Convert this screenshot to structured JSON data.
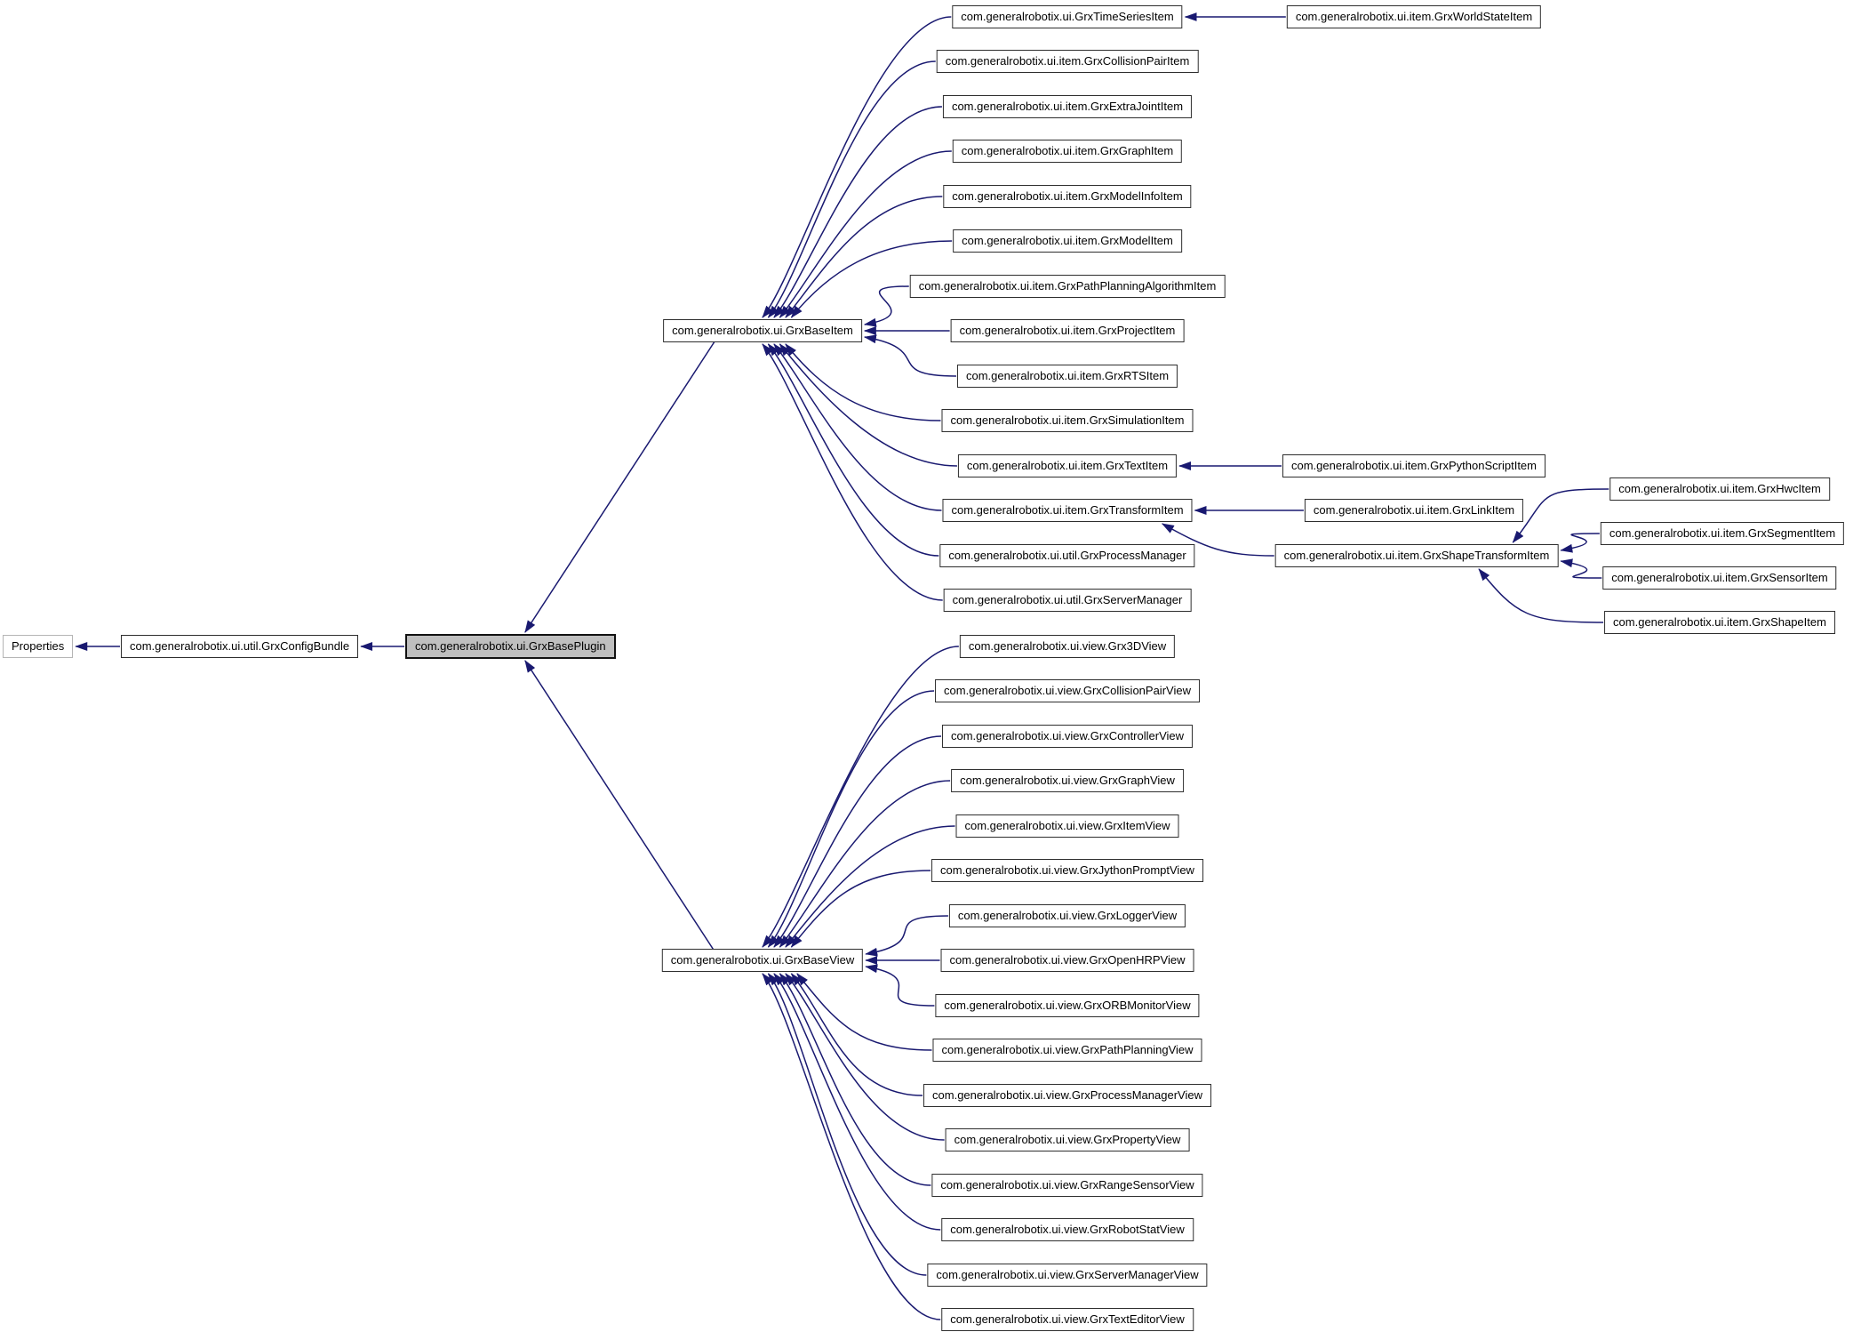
{
  "diagram": {
    "kind": "class-inheritance-graph",
    "background_color": "#ffffff",
    "edge_color": "#191970",
    "node_fill": "#ffffff",
    "node_border_color": "#2e2e2e",
    "highlight_fill": "#bfbfbf",
    "external_border_color": "#b5b5b5"
  },
  "nodes": {
    "properties": {
      "label": "Properties",
      "kind": "external"
    },
    "configbundle": {
      "label": "com.generalrobotix.ui.util.GrxConfigBundle",
      "kind": "normal"
    },
    "baseplugin": {
      "label": "com.generalrobotix.ui.GrxBasePlugin",
      "kind": "highlight"
    },
    "baseitem": {
      "label": "com.generalrobotix.ui.GrxBaseItem",
      "kind": "normal"
    },
    "baseview": {
      "label": "com.generalrobotix.ui.GrxBaseView",
      "kind": "normal"
    },
    "timeseries": {
      "label": "com.generalrobotix.ui.GrxTimeSeriesItem",
      "kind": "normal"
    },
    "collisionpair": {
      "label": "com.generalrobotix.ui.item.GrxCollisionPairItem",
      "kind": "normal"
    },
    "extrajoint": {
      "label": "com.generalrobotix.ui.item.GrxExtraJointItem",
      "kind": "normal"
    },
    "graphitem": {
      "label": "com.generalrobotix.ui.item.GrxGraphItem",
      "kind": "normal"
    },
    "modelinfo": {
      "label": "com.generalrobotix.ui.item.GrxModelInfoItem",
      "kind": "normal"
    },
    "model": {
      "label": "com.generalrobotix.ui.item.GrxModelItem",
      "kind": "normal"
    },
    "pathplanningalg": {
      "label": "com.generalrobotix.ui.item.GrxPathPlanningAlgorithmItem",
      "kind": "normal"
    },
    "project": {
      "label": "com.generalrobotix.ui.item.GrxProjectItem",
      "kind": "normal"
    },
    "rts": {
      "label": "com.generalrobotix.ui.item.GrxRTSItem",
      "kind": "normal"
    },
    "simulation": {
      "label": "com.generalrobotix.ui.item.GrxSimulationItem",
      "kind": "normal"
    },
    "textitem": {
      "label": "com.generalrobotix.ui.item.GrxTextItem",
      "kind": "normal"
    },
    "transform": {
      "label": "com.generalrobotix.ui.item.GrxTransformItem",
      "kind": "normal"
    },
    "processmanager": {
      "label": "com.generalrobotix.ui.util.GrxProcessManager",
      "kind": "normal"
    },
    "servermanager": {
      "label": "com.generalrobotix.ui.util.GrxServerManager",
      "kind": "normal"
    },
    "worldstate": {
      "label": "com.generalrobotix.ui.item.GrxWorldStateItem",
      "kind": "normal"
    },
    "pythonscript": {
      "label": "com.generalrobotix.ui.item.GrxPythonScriptItem",
      "kind": "normal"
    },
    "linkitem": {
      "label": "com.generalrobotix.ui.item.GrxLinkItem",
      "kind": "normal"
    },
    "shapetransform": {
      "label": "com.generalrobotix.ui.item.GrxShapeTransformItem",
      "kind": "normal"
    },
    "hwc": {
      "label": "com.generalrobotix.ui.item.GrxHwcItem",
      "kind": "normal"
    },
    "segment": {
      "label": "com.generalrobotix.ui.item.GrxSegmentItem",
      "kind": "normal"
    },
    "sensor": {
      "label": "com.generalrobotix.ui.item.GrxSensorItem",
      "kind": "normal"
    },
    "shapeitem": {
      "label": "com.generalrobotix.ui.item.GrxShapeItem",
      "kind": "normal"
    },
    "view3d": {
      "label": "com.generalrobotix.ui.view.Grx3DView",
      "kind": "normal"
    },
    "collisionpairview": {
      "label": "com.generalrobotix.ui.view.GrxCollisionPairView",
      "kind": "normal"
    },
    "controllerview": {
      "label": "com.generalrobotix.ui.view.GrxControllerView",
      "kind": "normal"
    },
    "graphview": {
      "label": "com.generalrobotix.ui.view.GrxGraphView",
      "kind": "normal"
    },
    "itemview": {
      "label": "com.generalrobotix.ui.view.GrxItemView",
      "kind": "normal"
    },
    "jythonpromptview": {
      "label": "com.generalrobotix.ui.view.GrxJythonPromptView",
      "kind": "normal"
    },
    "loggerview": {
      "label": "com.generalrobotix.ui.view.GrxLoggerView",
      "kind": "normal"
    },
    "openhrpview": {
      "label": "com.generalrobotix.ui.view.GrxOpenHRPView",
      "kind": "normal"
    },
    "orbmonitorview": {
      "label": "com.generalrobotix.ui.view.GrxORBMonitorView",
      "kind": "normal"
    },
    "pathplanningview": {
      "label": "com.generalrobotix.ui.view.GrxPathPlanningView",
      "kind": "normal"
    },
    "processmanagerview": {
      "label": "com.generalrobotix.ui.view.GrxProcessManagerView",
      "kind": "normal"
    },
    "propertyview": {
      "label": "com.generalrobotix.ui.view.GrxPropertyView",
      "kind": "normal"
    },
    "rangesensorview": {
      "label": "com.generalrobotix.ui.view.GrxRangeSensorView",
      "kind": "normal"
    },
    "robotstatview": {
      "label": "com.generalrobotix.ui.view.GrxRobotStatView",
      "kind": "normal"
    },
    "servermanagerview": {
      "label": "com.generalrobotix.ui.view.GrxServerManagerView",
      "kind": "normal"
    },
    "texteditorview": {
      "label": "com.generalrobotix.ui.view.GrxTextEditorView",
      "kind": "normal"
    }
  },
  "edges": [
    {
      "from": "configbundle",
      "to": "properties"
    },
    {
      "from": "baseplugin",
      "to": "configbundle"
    },
    {
      "from": "baseitem",
      "to": "baseplugin"
    },
    {
      "from": "baseview",
      "to": "baseplugin"
    },
    {
      "from": "timeseries",
      "to": "baseitem"
    },
    {
      "from": "collisionpair",
      "to": "baseitem"
    },
    {
      "from": "extrajoint",
      "to": "baseitem"
    },
    {
      "from": "graphitem",
      "to": "baseitem"
    },
    {
      "from": "modelinfo",
      "to": "baseitem"
    },
    {
      "from": "model",
      "to": "baseitem"
    },
    {
      "from": "pathplanningalg",
      "to": "baseitem"
    },
    {
      "from": "project",
      "to": "baseitem"
    },
    {
      "from": "rts",
      "to": "baseitem"
    },
    {
      "from": "simulation",
      "to": "baseitem"
    },
    {
      "from": "textitem",
      "to": "baseitem"
    },
    {
      "from": "transform",
      "to": "baseitem"
    },
    {
      "from": "processmanager",
      "to": "baseitem"
    },
    {
      "from": "servermanager",
      "to": "baseitem"
    },
    {
      "from": "worldstate",
      "to": "timeseries"
    },
    {
      "from": "pythonscript",
      "to": "textitem"
    },
    {
      "from": "linkitem",
      "to": "transform"
    },
    {
      "from": "shapetransform",
      "to": "transform"
    },
    {
      "from": "hwc",
      "to": "shapetransform"
    },
    {
      "from": "segment",
      "to": "shapetransform"
    },
    {
      "from": "sensor",
      "to": "shapetransform"
    },
    {
      "from": "shapeitem",
      "to": "shapetransform"
    },
    {
      "from": "view3d",
      "to": "baseview"
    },
    {
      "from": "collisionpairview",
      "to": "baseview"
    },
    {
      "from": "controllerview",
      "to": "baseview"
    },
    {
      "from": "graphview",
      "to": "baseview"
    },
    {
      "from": "itemview",
      "to": "baseview"
    },
    {
      "from": "jythonpromptview",
      "to": "baseview"
    },
    {
      "from": "loggerview",
      "to": "baseview"
    },
    {
      "from": "openhrpview",
      "to": "baseview"
    },
    {
      "from": "orbmonitorview",
      "to": "baseview"
    },
    {
      "from": "pathplanningview",
      "to": "baseview"
    },
    {
      "from": "processmanagerview",
      "to": "baseview"
    },
    {
      "from": "propertyview",
      "to": "baseview"
    },
    {
      "from": "rangesensorview",
      "to": "baseview"
    },
    {
      "from": "robotstatview",
      "to": "baseview"
    },
    {
      "from": "servermanagerview",
      "to": "baseview"
    },
    {
      "from": "texteditorview",
      "to": "baseview"
    }
  ]
}
